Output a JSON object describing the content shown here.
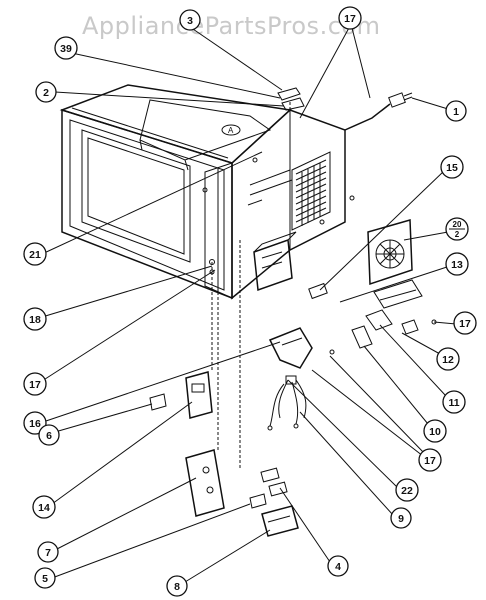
{
  "watermark": "AppliancePartsPros.com",
  "callouts": {
    "c1": "1",
    "c2": "2",
    "c3": "3",
    "c4": "4",
    "c5": "5",
    "c6": "6",
    "c7": "7",
    "c8": "8",
    "c9": "9",
    "c10": "10",
    "c11": "11",
    "c12": "12",
    "c13": "13",
    "c14": "14",
    "c15": "15",
    "c16": "16",
    "c17a": "17",
    "c17b": "17",
    "c17c": "17",
    "c17d": "17",
    "c18": "18",
    "c21": "21",
    "c22": "22",
    "c39": "39",
    "c20top": "20",
    "c20bot": "2"
  },
  "panel_mark": "A"
}
